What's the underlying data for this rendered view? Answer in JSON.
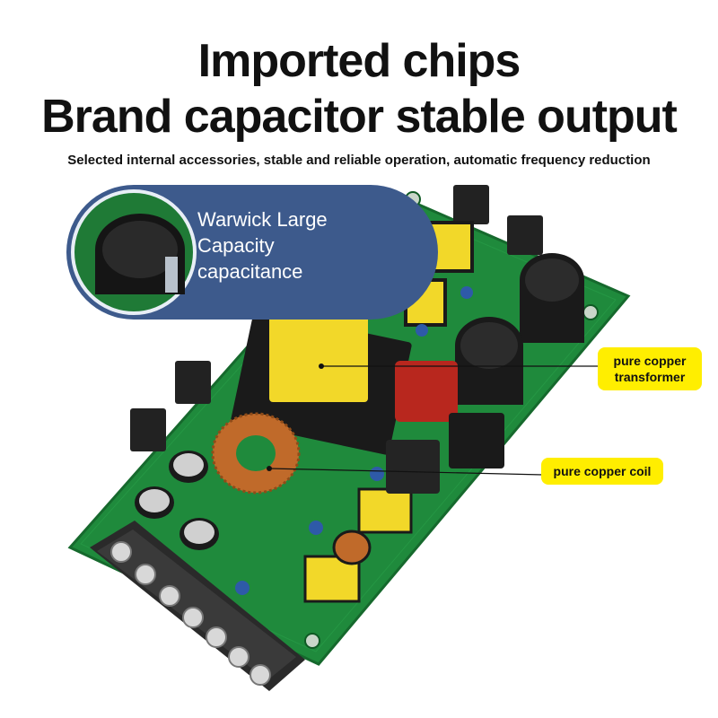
{
  "headline": {
    "line1": "Imported chips",
    "line2": "Brand capacitor stable output"
  },
  "subtitle": "Selected internal accessories, stable and reliable operation, automatic frequency reduction",
  "callouts": {
    "capacitor": "Warwick Large Capacity capacitance",
    "capacitor_lines": [
      "Warwick Large",
      "Capacity",
      "capacitance"
    ],
    "transformer": "pure copper transformer",
    "transformer_lines": [
      "pure copper",
      "transformer"
    ],
    "coil": "pure copper coil"
  },
  "colors": {
    "pcb_green": "#1f8a3c",
    "callout_blue": "#3d5a8c",
    "tag_yellow": "#ffee00",
    "transformer_yellow": "#f2d829"
  }
}
